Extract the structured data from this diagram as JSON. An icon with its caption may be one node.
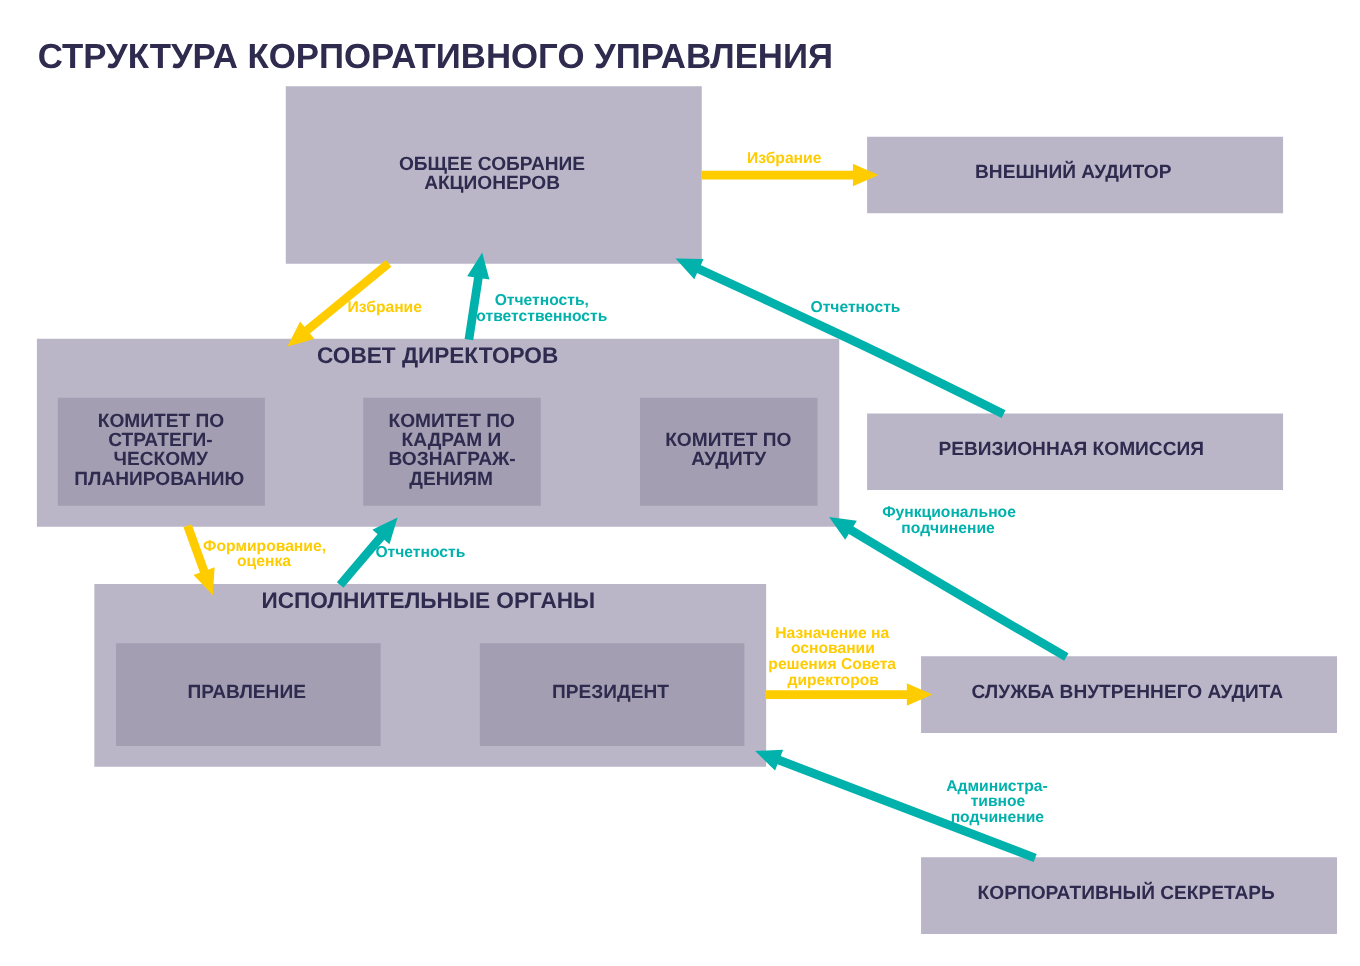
{
  "diagram": {
    "title": "СТРУКТУРА КОРПОРАТИВНОГО УПРАВЛЕНИЯ",
    "nodes": [
      {
        "text": [
          "ОБЩЕЕ СОБРАНИЕ АКЦИОНЕРОВ"
        ]
      },
      {
        "text": [
          "ВНЕШНИЙ АУДИТОР"
        ]
      },
      {
        "text": [
          "РЕВИЗИОННАЯ КОМИССИЯ"
        ]
      },
      {
        "text": [
          "СОВЕТ ДИРЕКТОРОВ"
        ]
      },
      {
        "text": [
          "КОМИТЕТ ПО СТРАТЕГИ- ЧЕСКОМУ ПЛАНИРОВАНИЮ"
        ],
        "in": 3
      },
      {
        "text": [
          "КОМИТЕТ ПО КАДРАМ И ВОЗНАГРАЖ- ДЕНИЯМ"
        ],
        "in": 3
      },
      {
        "text": [
          "КОМИТЕТ ПО АУДИТУ"
        ],
        "in": 3
      },
      {
        "text": [
          "ИСПОЛНИТЕЛЬНЫЕ ОРГАНЫ"
        ]
      },
      {
        "text": [
          "ПРАВЛЕНИЕ"
        ],
        "in": 7
      },
      {
        "text": [
          "ПРЕЗИДЕНТ"
        ],
        "in": 7
      },
      {
        "text": [
          "СЛУЖБА ВНУТРЕННЕГО АУДИТА"
        ]
      },
      {
        "text": [
          "КОРПОРАТИВНЫЙ СЕКРЕТАРЬ"
        ]
      }
    ],
    "edges": [
      {
        "from": 0,
        "to": 1,
        "arrow": "to",
        "label": "Избрание",
        "color": "#ffcc00"
      },
      {
        "from": 2,
        "to": 0,
        "arrow": "to",
        "label": "Отчетность",
        "color": "#00b1ac"
      },
      {
        "from": 0,
        "to": 3,
        "arrow": "to",
        "label": "Избрание",
        "color": "#ffcc00"
      },
      {
        "from": 3,
        "to": 0,
        "arrow": "to",
        "label": "Отчетность, ответственность",
        "color": "#00b1ac"
      },
      {
        "from": 10,
        "to": 3,
        "arrow": "to",
        "label": "Функциональное подчинение",
        "color": "#00b1ac"
      },
      {
        "from": 3,
        "to": 7,
        "arrow": "to",
        "label": "Формирование, оценка",
        "color": "#ffcc00"
      },
      {
        "from": 7,
        "to": 3,
        "arrow": "to",
        "label": "Отчетность",
        "color": "#00b1ac"
      },
      {
        "from": 7,
        "to": 10,
        "arrow": "to",
        "label": "Назначение на основании решения Совета директоров",
        "color": "#ffcc00"
      },
      {
        "from": 11,
        "to": 7,
        "arrow": "to",
        "label": "Администра- тивное подчинение",
        "color": "#00b1ac"
      }
    ]
  }
}
